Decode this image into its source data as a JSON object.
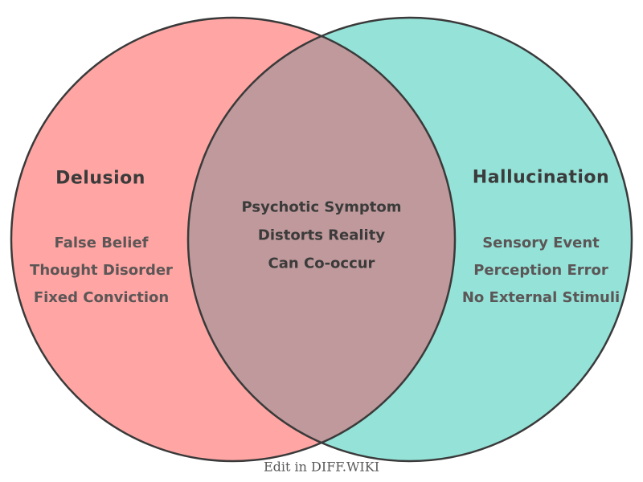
{
  "diagram": {
    "type": "venn",
    "left": {
      "title": "Delusion",
      "items": [
        "False Belief",
        "Thought Disorder",
        "Fixed Conviction"
      ],
      "fill_color": "#FFA6A4"
    },
    "right": {
      "title": "Hallucination",
      "items": [
        "Sensory Event",
        "Perception Error",
        "No External Stimuli"
      ],
      "fill_color": "#94E2D8"
    },
    "overlap": {
      "items": [
        "Psychotic Symptom",
        "Distorts Reality",
        "Can Co-occur"
      ],
      "fill_color": "#BF999B"
    },
    "outline_color": "#3a3a3a"
  },
  "footer": {
    "label": "Edit in DIFF.WIKI"
  }
}
